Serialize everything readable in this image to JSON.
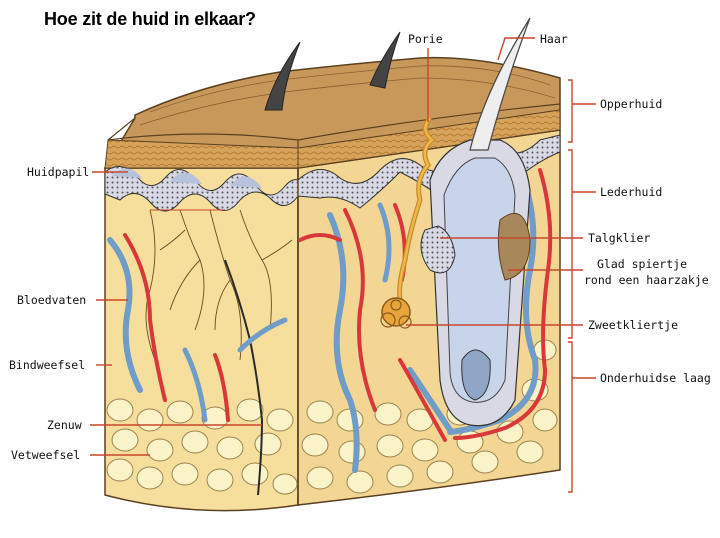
{
  "title": "Hoe zit de huid in elkaar?",
  "labels": {
    "porie": "Porie",
    "haar": "Haar",
    "opperhuid": "Opperhuid",
    "huidpapil": "Huidpapil",
    "lederhuid": "Lederhuid",
    "talgklier": "Talgklier",
    "glad_line1": "Glad spiertje",
    "glad_line2": "rond een haarzakje",
    "bloedvaten": "Bloedvaten",
    "zweetkliertje": "Zweetkliertje",
    "bindweefsel": "Bindweefsel",
    "onderhuidse_laag": "Onderhuidse laag",
    "zenuw": "Zenuw",
    "vetweefsel": "Vetweefsel"
  },
  "colors": {
    "leader": "#c8472c",
    "skin_top": "#c89848",
    "dermis": "#f6df9c",
    "artery": "#d8383a",
    "vein": "#6f9cc8",
    "fat": "#fbf3c8"
  }
}
